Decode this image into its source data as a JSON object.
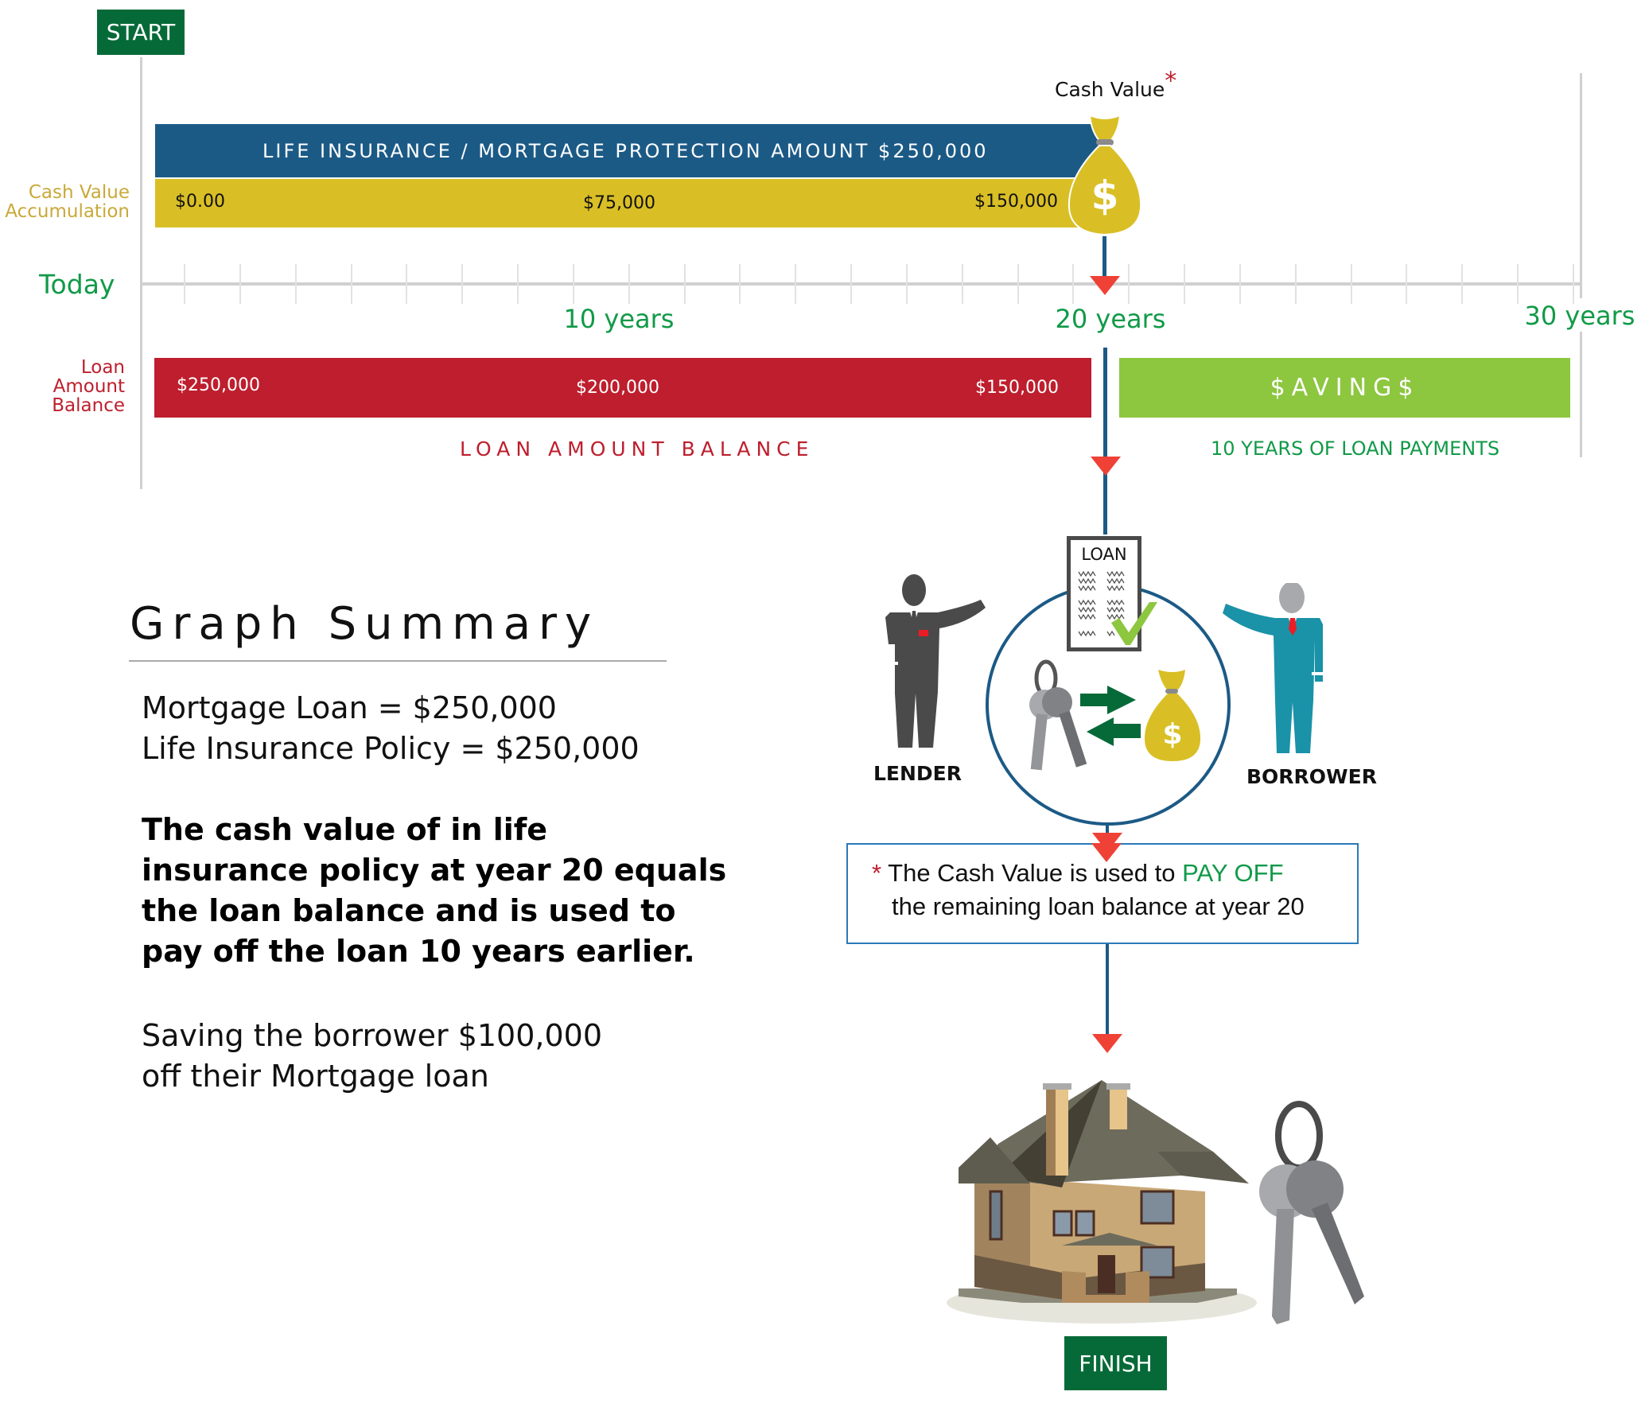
{
  "flow": {
    "start_label": "START",
    "finish_label": "FINISH"
  },
  "timeline": {
    "today_label": "Today",
    "ticks": [
      "10 years",
      "20 years",
      "30 years"
    ],
    "tick_count": 26
  },
  "cash_value_row": {
    "side_label_line1": "Cash Value",
    "side_label_line2": "Accumulation",
    "protection_bar_label": "LIFE INSURANCE / MORTGAGE PROTECTION AMOUNT  $250,000",
    "values": [
      "$0.00",
      "$75,000",
      "$150,000"
    ],
    "marker_label": "Cash Value",
    "marker_asterisk": "*"
  },
  "loan_row": {
    "side_label_line1": "Loan",
    "side_label_line2": "Amount",
    "side_label_line3": "Balance",
    "values": [
      "$250,000",
      "$200,000",
      "$150,000"
    ],
    "caption": "LOAN AMOUNT BALANCE",
    "savings_label": "$AVING$",
    "savings_caption": "10 YEARS OF LOAN PAYMENTS"
  },
  "chart_data": {
    "type": "bar",
    "title": "",
    "xlabel": "Years",
    "ylabel": "",
    "x_ticks": [
      "Today",
      "10 years",
      "20 years",
      "30 years"
    ],
    "xlim": [
      0,
      30
    ],
    "series": [
      {
        "name": "Life Insurance / Mortgage Protection Amount",
        "start_year": 0,
        "end_year": 20,
        "value": 250000
      },
      {
        "name": "Cash Value Accumulation",
        "start_year": 0,
        "end_year": 20,
        "points": [
          {
            "year": 0,
            "value": 0
          },
          {
            "year": 10,
            "value": 75000
          },
          {
            "year": 20,
            "value": 150000
          }
        ]
      },
      {
        "name": "Loan Amount Balance",
        "start_year": 0,
        "end_year": 20,
        "points": [
          {
            "year": 0,
            "value": 250000
          },
          {
            "year": 10,
            "value": 200000
          },
          {
            "year": 20,
            "value": 150000
          }
        ]
      },
      {
        "name": "Savings (10 years of loan payments)",
        "start_year": 20,
        "end_year": 30
      }
    ]
  },
  "exchange": {
    "document_title": "LOAN",
    "lender_label": "LENDER",
    "borrower_label": "BORROWER"
  },
  "note": {
    "asterisk": "*",
    "text_before": "The Cash Value is used to ",
    "highlight": "PAY OFF",
    "line2": "the remaining loan balance at year 20"
  },
  "summary": {
    "title": "Graph Summary",
    "line1": "Mortgage Loan = $250,000",
    "line2": "Life Insurance Policy = $250,000",
    "bold_lines": [
      "The cash value of in life",
      "insurance policy at year 20 equals",
      "the loan balance and is used to",
      "pay off the loan 10 years earlier."
    ],
    "saving_line1": "Saving the borrower $100,000",
    "saving_line2": "off their Mortgage loan"
  },
  "colors": {
    "protection_blue": "#1c5a86",
    "cash_yellow": "#d9bf25",
    "loan_red": "#be1e2d",
    "savings_green": "#8dc63f",
    "accent_green": "#119a48",
    "tag_green": "#066a38",
    "arrow_red": "#ef4136"
  }
}
